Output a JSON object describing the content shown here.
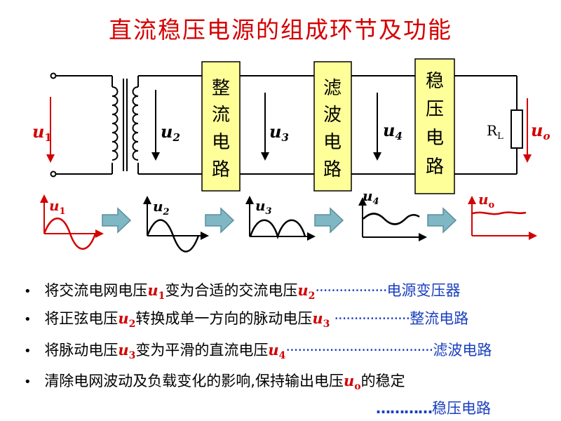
{
  "title": "直流稳压电源的组成环节及功能",
  "blocks": {
    "rectifier": [
      "整",
      "流",
      "电",
      "路"
    ],
    "filter": [
      "滤",
      "波",
      "电",
      "路"
    ],
    "regulator": [
      "稳",
      "压",
      "电",
      "路"
    ]
  },
  "circuit_labels": {
    "u1": "u",
    "u1_sub": "1",
    "u2": "u",
    "u2_sub": "2",
    "u3": "u",
    "u3_sub": "3",
    "u4": "u",
    "u4_sub": "4",
    "uo": "u",
    "uo_sub": "o",
    "rl": "R",
    "rl_sub": "L"
  },
  "waveform_labels": {
    "u1": "u",
    "u1_sub": "1",
    "u2": "u",
    "u2_sub": "2",
    "u3": "u",
    "u3_sub": "3",
    "u4": "u",
    "u4_sub": "4",
    "uo": "u",
    "uo_sub": "o"
  },
  "bullets": [
    {
      "marker": "•",
      "t1": "将交流电网电压",
      "v1": "u",
      "v1_sub": "1",
      "t2": "变为合适的交流电压",
      "v2": "u",
      "v2_sub": "2",
      "dots": "··················",
      "result": "电源变压器"
    },
    {
      "marker": "•",
      "t1": "将正弦电压",
      "v1": "u",
      "v1_sub": "2",
      "t2": "转换成单一方向的脉动电压",
      "v2": "u",
      "v2_sub": "3",
      "dots": "···················",
      "result": "整流电路"
    },
    {
      "marker": "•",
      "t1": "将脉动电压",
      "v1": "u",
      "v1_sub": "3",
      "t2": "变为平滑的直流电压",
      "v2": "u",
      "v2_sub": "4",
      "dots": "·····································",
      "result": "滤波电路"
    },
    {
      "marker": "•",
      "t1": "清除电网波动及负载变化的影响,保持输出电压",
      "v1": "u",
      "v1_sub": "o",
      "t2": "的稳定",
      "dots": "…………",
      "result": "稳压电路"
    }
  ],
  "colors": {
    "accent_red": "#d40000",
    "block_fill": "#ffff99",
    "arrow_fill": "#7fb7c4",
    "result_blue": "#1a3fbf"
  }
}
